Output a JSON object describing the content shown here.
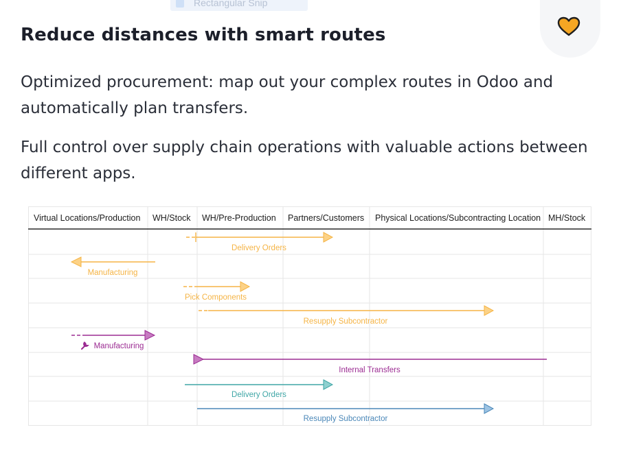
{
  "snip_label": "Rectangular Snip",
  "icons": {
    "heart": "heart-icon",
    "wrench": "wrench-icon",
    "snip": "snip-icon"
  },
  "heading": "Reduce distances with smart routes",
  "paragraphs": [
    "Optimized procurement: map out your complex routes in Odoo and automatically plan transfers.",
    "Full control over supply chain operations with valuable actions between different apps."
  ],
  "colors": {
    "orange": "#f5b445",
    "purple": "#9b2b92",
    "teal": "#3fa6a6",
    "blue": "#4a87b8",
    "heart": "#f5a623"
  },
  "routes_table": {
    "columns": [
      "Virtual Locations/Production",
      "WH/Stock",
      "WH/Pre-Production",
      "Partners/Customers",
      "Physical Locations/Subcontracting Location",
      "MH/Stock"
    ],
    "rows": [
      {
        "label": "Delivery Orders",
        "color": "orange"
      },
      {
        "label": "Manufacturing",
        "color": "orange"
      },
      {
        "label": "Pick Components",
        "color": "orange"
      },
      {
        "label": "Resupply Subcontractor",
        "color": "orange"
      },
      {
        "label": "Manufacturing",
        "color": "purple"
      },
      {
        "label": "Internal Transfers",
        "color": "purple"
      },
      {
        "label": "Delivery Orders",
        "color": "teal"
      },
      {
        "label": "Resupply Subcontractor",
        "color": "blue"
      }
    ]
  }
}
